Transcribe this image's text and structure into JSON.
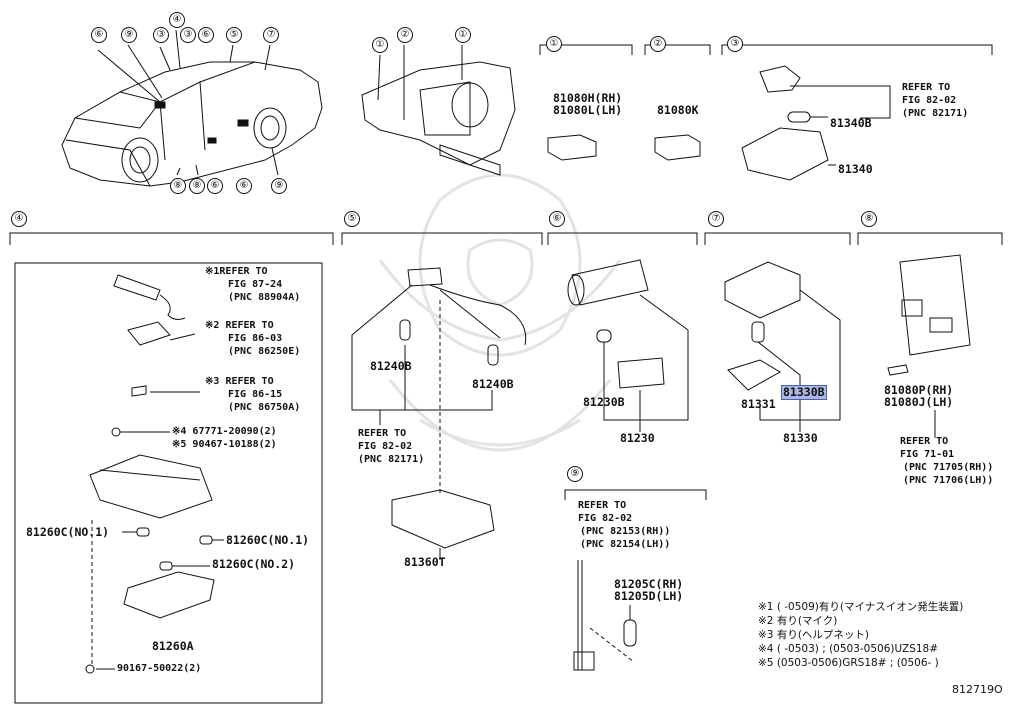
{
  "diagram_code": "812719O",
  "sections": {
    "s1": "①",
    "s2": "②",
    "s3": "③",
    "s4": "④",
    "s5": "⑤",
    "s6": "⑥",
    "s7": "⑦",
    "s8": "⑧",
    "s9": "⑨"
  },
  "car_callouts": [
    "⑥",
    "⑨",
    "③",
    "④",
    "③",
    "⑥",
    "⑤",
    "⑦",
    "⑧",
    "⑧",
    "⑥",
    "⑥",
    "⑨"
  ],
  "dash_callouts": [
    "①",
    "②",
    "①"
  ],
  "part1": {
    "line1": "81080H(RH)",
    "line2": "81080L(LH)"
  },
  "part2": {
    "line1": "81080K"
  },
  "part3": {
    "refer": "REFER TO",
    "fig": "FIG 82-02",
    "pnc": "(PNC 82171)",
    "bulb": "81340B",
    "lamp": "81340"
  },
  "part4": {
    "r1_mark": "※1",
    "r1_a": "REFER TO",
    "r1_b": "FIG 87-24",
    "r1_c": "(PNC 88904A)",
    "r2_mark": "※2",
    "r2_a": "REFER TO",
    "r2_b": "FIG 86-03",
    "r2_c": "(PNC 86250E)",
    "r3_mark": "※3",
    "r3_a": "REFER TO",
    "r3_b": "FIG 86-15",
    "r3_c": "(PNC 86750A)",
    "r4": "※4 67771-20090(2)",
    "r5": "※5 90467-10188(2)",
    "bulb_no1_left": "81260C(NO.1)",
    "bulb_no1_right": "81260C(NO.1)",
    "bulb_no2": "81260C(NO.2)",
    "lamp": "81260A",
    "screw": "90167-50022(2)"
  },
  "part5": {
    "bulb_left": "81240B",
    "bulb_right": "81240B",
    "refer": "REFER TO",
    "fig": "FIG 82-02",
    "pnc": "(PNC 82171)",
    "lamp": "81360T"
  },
  "part6": {
    "bulb": "81230B",
    "lamp": "81230"
  },
  "part7": {
    "lens": "81331",
    "bulb": "81330B",
    "lamp": "81330"
  },
  "part8": {
    "line1": "81080P(RH)",
    "line2": "81080J(LH)",
    "refer": "REFER TO",
    "fig": "FIG 71-01",
    "pnc1": "(PNC 71705(RH))",
    "pnc2": "(PNC 71706(LH))"
  },
  "part9": {
    "refer": "REFER TO",
    "fig": "FIG 82-02",
    "pnc1": "(PNC 82153(RH))",
    "pnc2": "(PNC 82154(LH))",
    "line1": "81205C(RH)",
    "line2": "81205D(LH)"
  },
  "notes": [
    "※1 (      -0509)有り(マイナスイオン発生装置)",
    "※2 有り(マイク)",
    "※3 有り(ヘルプネット)",
    "※4 (      -0503) ; (0503-0506)UZS18#",
    "※5 (0503-0506)GRS18# ; (0506-      )"
  ],
  "colors": {
    "line": "#111111",
    "highlight": "#a9b6e6",
    "watermark": "#e6e6e6"
  }
}
